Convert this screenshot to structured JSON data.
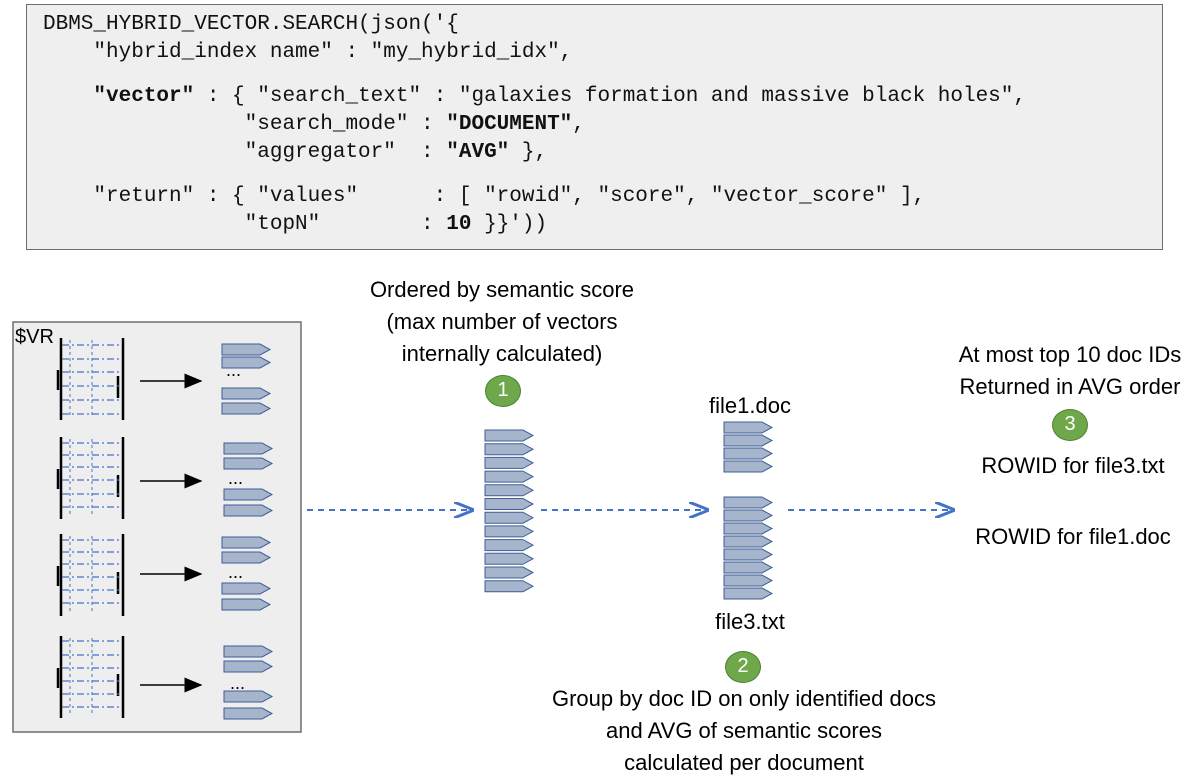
{
  "code": {
    "line1": "DBMS_HYBRID_VECTOR.SEARCH(json('{",
    "line2": "    \"hybrid_index name\" : \"my_hybrid_idx\",",
    "line3a": "    ",
    "line3_key": "\"vector\"",
    "line3b": " : { \"search_text\" : \"galaxies formation and massive black holes\",",
    "line4a": "                \"search_mode\" : ",
    "line4_val": "\"DOCUMENT\"",
    "line4b": ",",
    "line5a": "                \"aggregator\"  : ",
    "line5_val": "\"AVG\"",
    "line5b": " },",
    "line6": "    \"return\" : { \"values\"      : [ \"rowid\", \"score\", \"vector_score\" ],",
    "line7a": "                \"topN\"        : ",
    "line7_val": "10",
    "line7b": " }}'))"
  },
  "vr_label": "$VR",
  "ellipsis": "...",
  "stage1": {
    "line1": "Ordered by semantic score",
    "line2": "(max number of vectors",
    "line3": "internally calculated)",
    "badge": "1"
  },
  "stage2": {
    "file_top": "file1.doc",
    "file_bottom": "file3.txt",
    "badge": "2",
    "line1": "Group by doc ID on only identified docs",
    "line2": "and AVG of semantic scores",
    "line3": "calculated per document"
  },
  "stage3": {
    "line1": "At most top 10 doc IDs",
    "line2": "Returned in AVG order",
    "badge": "3",
    "result1": "ROWID for file3.txt",
    "result2": "ROWID for file1.doc"
  },
  "colors": {
    "arrow_fill": "#a6b5cc",
    "arrow_stroke": "#3e5f96",
    "dash_blue": "#4472c4",
    "badge_green": "#6fa84a",
    "panel_bg": "#eeeeee"
  }
}
